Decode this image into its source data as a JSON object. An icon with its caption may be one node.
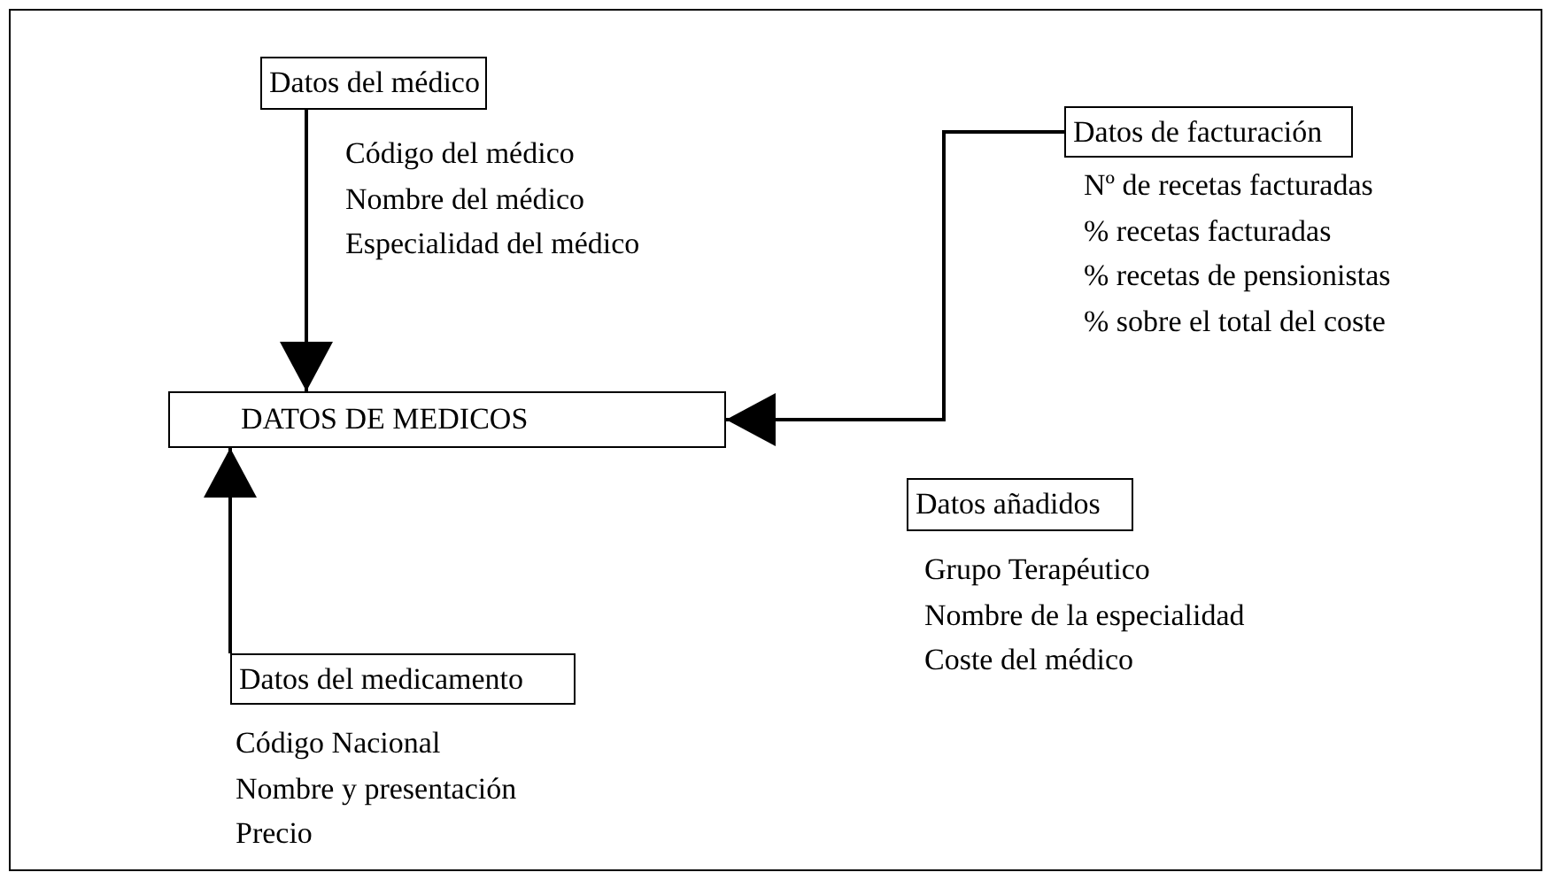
{
  "diagram": {
    "nodes": [
      {
        "text": [
          "Datos del médico"
        ],
        "beside": [
          "Código del médico",
          "Nombre del médico",
          "Especialidad del médico"
        ]
      },
      {
        "text": [
          "Datos de facturación"
        ],
        "beside": [
          "Nº de recetas facturadas",
          "% recetas facturadas",
          "% recetas de pensionistas",
          "% sobre el total del coste"
        ]
      },
      {
        "text": [
          "DATOS DE MEDICOS"
        ]
      },
      {
        "text": [
          "Datos añadidos"
        ],
        "beside": [
          "Grupo Terapéutico",
          "Nombre de la especialidad",
          "Coste del médico"
        ]
      },
      {
        "text": [
          "Datos del medicamento"
        ],
        "beside": [
          "Código Nacional",
          "Nombre y presentación",
          "Precio"
        ]
      }
    ],
    "edges": [
      {
        "from": 0,
        "to": 2,
        "arrow": "to"
      },
      {
        "from": 1,
        "to": 2,
        "arrow": "to"
      },
      {
        "from": 4,
        "to": 2,
        "arrow": "to"
      }
    ]
  }
}
